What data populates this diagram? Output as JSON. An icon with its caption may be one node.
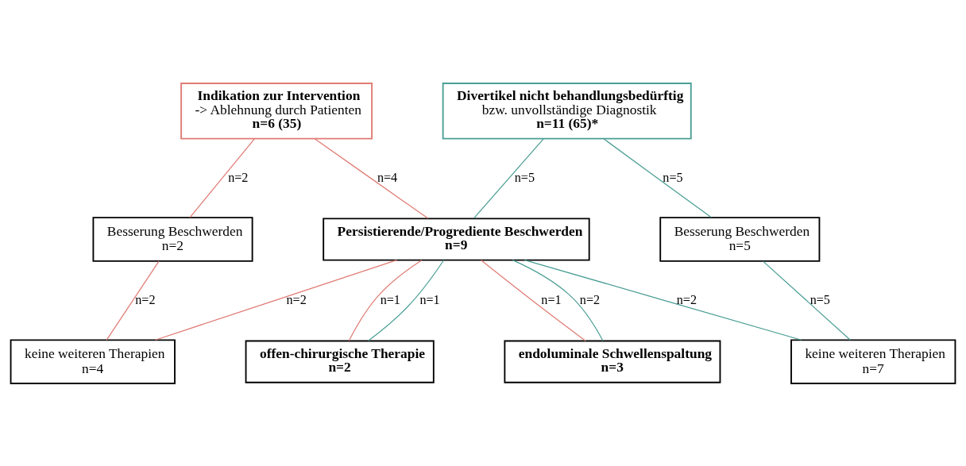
{
  "diagram": {
    "nodes": [
      {
        "text": [
          "Indikation zur Intervention",
          "-> Ablehnung durch Patienten",
          "n=6 (35)"
        ]
      },
      {
        "text": [
          "Divertikel nicht behandlungsbedürftig",
          "bzw. unvollständige Diagnostik",
          "n=11 (65)*"
        ]
      },
      {
        "text": [
          "Besserung Beschwerden",
          "n=2"
        ]
      },
      {
        "text": [
          "Persistierende/Progrediente Beschwerden",
          "n=9"
        ]
      },
      {
        "text": [
          "Besserung Beschwerden",
          "n=5"
        ]
      },
      {
        "text": [
          "keine weiteren Therapien",
          "n=4"
        ]
      },
      {
        "text": [
          "offen-chirurgische Therapie",
          "n=2"
        ]
      },
      {
        "text": [
          "endoluminale Schwellenspaltung",
          "n=3"
        ]
      },
      {
        "text": [
          "keine weiteren Therapien",
          "n=7"
        ]
      }
    ],
    "edges": [
      {
        "from": 0,
        "to": 2,
        "arrow": "none",
        "label": "n=2",
        "color": "#e07b74"
      },
      {
        "from": 0,
        "to": 3,
        "arrow": "none",
        "label": "n=4",
        "color": "#e07b74"
      },
      {
        "from": 1,
        "to": 3,
        "arrow": "none",
        "label": "n=5",
        "color": "#4a9e94"
      },
      {
        "from": 1,
        "to": 4,
        "arrow": "none",
        "label": "n=5",
        "color": "#4a9e94"
      },
      {
        "from": 2,
        "to": 5,
        "arrow": "none",
        "label": "n=2",
        "color": "#e07b74"
      },
      {
        "from": 3,
        "to": 5,
        "arrow": "none",
        "label": "n=2",
        "color": "#e07b74"
      },
      {
        "from": 3,
        "to": 6,
        "arrow": "none",
        "label": "n=1",
        "color": "#e07b74"
      },
      {
        "from": 3,
        "to": 7,
        "arrow": "none",
        "label": "n=1",
        "color": "#e07b74"
      },
      {
        "from": 3,
        "to": 6,
        "arrow": "none",
        "label": "n=1",
        "color": "#4a9e94"
      },
      {
        "from": 3,
        "to": 7,
        "arrow": "none",
        "label": "n=2",
        "color": "#4a9e94"
      },
      {
        "from": 3,
        "to": 8,
        "arrow": "none",
        "label": "n=2",
        "color": "#4a9e94"
      },
      {
        "from": 4,
        "to": 8,
        "arrow": "none",
        "label": "n=5",
        "color": "#4a9e94"
      }
    ]
  }
}
